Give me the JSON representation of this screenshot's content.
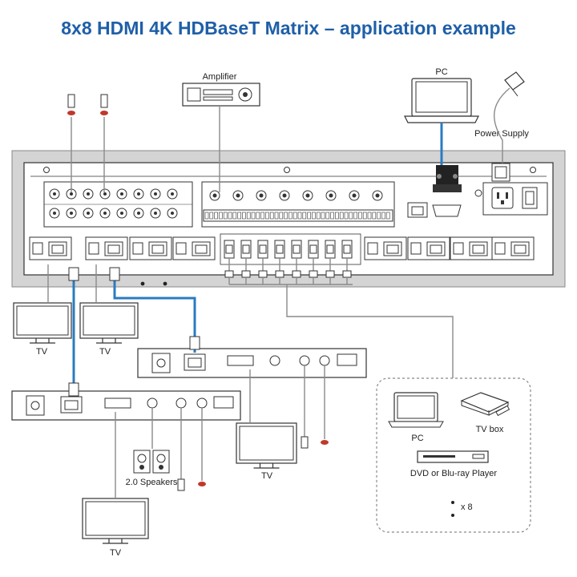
{
  "title": "8x8 HDMI 4K HDBaseT Matrix – application example",
  "labels": {
    "amplifier": "Amplifier",
    "pc_top": "PC",
    "power_supply": "Power Supply",
    "tv_1": "TV",
    "tv_2": "TV",
    "tv_3": "TV",
    "tv_4": "TV",
    "speakers": "2.0 Speakers",
    "src_pc": "PC",
    "src_tvbox": "TV box",
    "src_dvd": "DVD or Blu-ray Player",
    "src_count": "x 8"
  },
  "colors": {
    "title": "#1f5fa8",
    "hdbaset_cable": "#2a7bc0",
    "cable": "#8a8a8a",
    "ir_plug": "#c0392b",
    "panel_frame": "#d4d4d4",
    "panel_face": "#ffffff"
  }
}
